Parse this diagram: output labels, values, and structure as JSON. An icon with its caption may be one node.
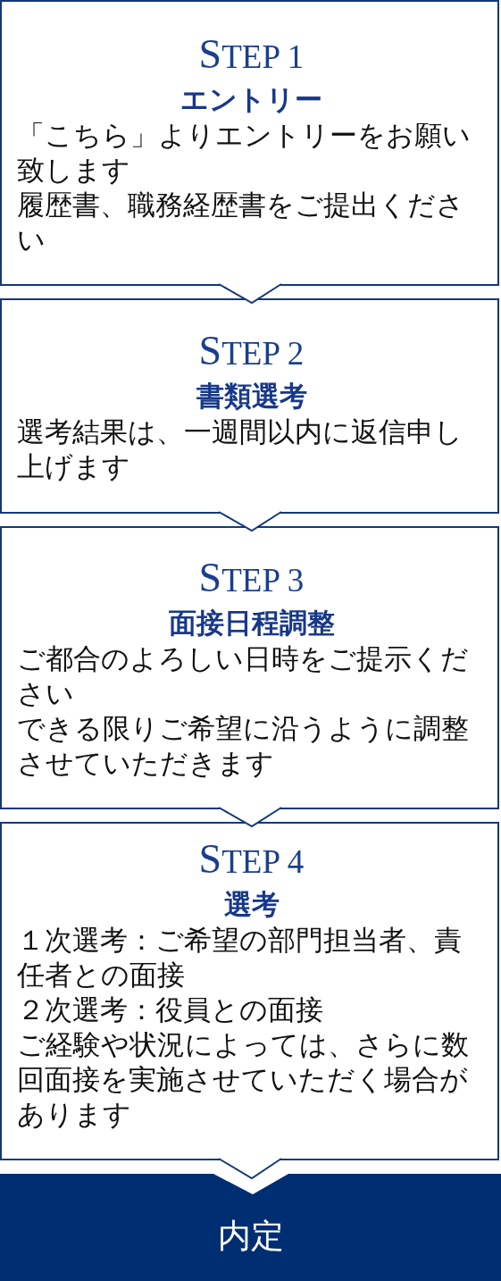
{
  "diagram": {
    "nodes": [
      {
        "text": [
          "STEP 1",
          "エントリー",
          "「こちら」よりエントリーをお願い致します",
          "履歴書、職務経歴書をご提出ください"
        ]
      },
      {
        "text": [
          "STEP 2",
          "書類選考",
          "選考結果は、一週間以内に返信申し上げます"
        ]
      },
      {
        "text": [
          "STEP 3",
          "面接日程調整",
          "ご都合のよろしい日時をご提示ください",
          "できる限りご希望に沿うように調整させていただきます"
        ]
      },
      {
        "text": [
          "STEP 4",
          "選考",
          "１次選考：ご希望の部門担当者、責任者との面接",
          "２次選考：役員との面接",
          "ご経験や状況によっては、さらに数回面接を実施させていただく場合があります"
        ]
      },
      {
        "text": [
          "内定"
        ]
      }
    ],
    "edges": [
      {
        "from": 0,
        "to": 1,
        "arrow": "to"
      },
      {
        "from": 1,
        "to": 2,
        "arrow": "to"
      },
      {
        "from": 2,
        "to": 3,
        "arrow": "to"
      },
      {
        "from": 3,
        "to": 4,
        "arrow": "to"
      }
    ]
  }
}
